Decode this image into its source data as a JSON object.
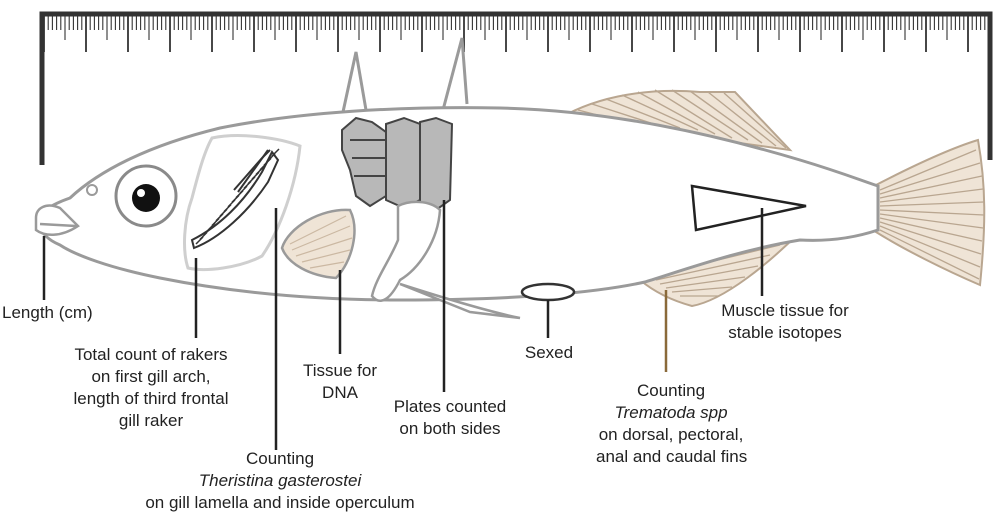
{
  "labels": {
    "length": "Length (cm)",
    "rakers_1": "Total count of rakers",
    "rakers_2": "on first gill arch,",
    "rakers_3": "length of third frontal",
    "rakers_4": "gill raker",
    "thero_1": "Counting",
    "thero_2": "Theristina gasterostei",
    "thero_3": "on gill lamella and inside operculum",
    "dna_1": "Tissue for",
    "dna_2": "DNA",
    "plates_1": "Plates counted",
    "plates_2": "on both sides",
    "sexed": "Sexed",
    "trema_1": "Counting",
    "trema_2": "Trematoda spp",
    "trema_3": "on dorsal, pectoral,",
    "trema_4": "anal and caudal fins",
    "muscle_1": "Muscle tissue for",
    "muscle_2": "stable isotopes"
  },
  "colors": {
    "outline": "#9a9a9a",
    "fin_fill": "#efe4d6",
    "fin_ray": "#b9a690",
    "plate_fill": "#b8b8b8",
    "ruler": "#333333",
    "leader": "#222222",
    "trema_leader": "#8a6a3a"
  },
  "icons": {
    "fish": "stickleback-fish-illustration",
    "ruler": "ruler-icon"
  }
}
